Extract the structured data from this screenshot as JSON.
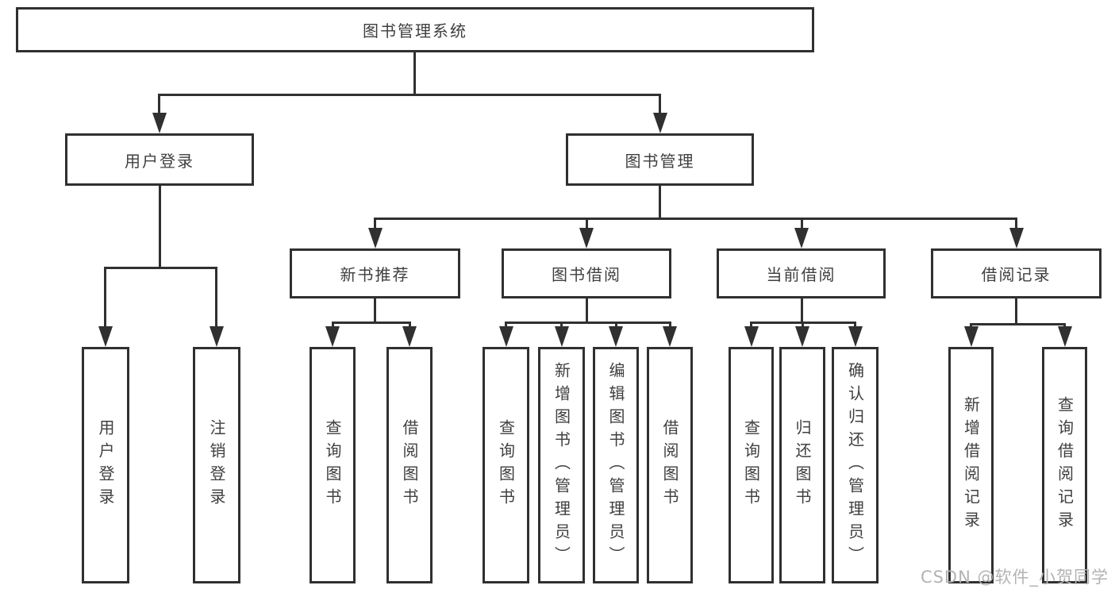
{
  "diagram_type": "hierarchy-tree",
  "tree": {
    "label": "图书管理系统",
    "children": [
      {
        "label": "用户登录",
        "children": [
          {
            "label": "用户登录"
          },
          {
            "label": "注销登录"
          }
        ]
      },
      {
        "label": "图书管理",
        "children": [
          {
            "label": "新书推荐",
            "children": [
              {
                "label": "查询图书"
              },
              {
                "label": "借阅图书"
              }
            ]
          },
          {
            "label": "图书借阅",
            "children": [
              {
                "label": "查询图书"
              },
              {
                "label": "新增图书（管理员）"
              },
              {
                "label": "编辑图书（管理员）"
              },
              {
                "label": "借阅图书"
              }
            ]
          },
          {
            "label": "当前借阅",
            "children": [
              {
                "label": "查询图书"
              },
              {
                "label": "归还图书"
              },
              {
                "label": "确认归还（管理员）"
              }
            ]
          },
          {
            "label": "借阅记录",
            "children": [
              {
                "label": "新增借阅记录"
              },
              {
                "label": "查询借阅记录"
              }
            ]
          }
        ]
      }
    ]
  },
  "watermark": "CSDN @软件_小贺同学",
  "colors": {
    "line": "#303030",
    "text": "#3f3f3f",
    "background": "#ffffff",
    "watermark": "#b3b3b3"
  }
}
